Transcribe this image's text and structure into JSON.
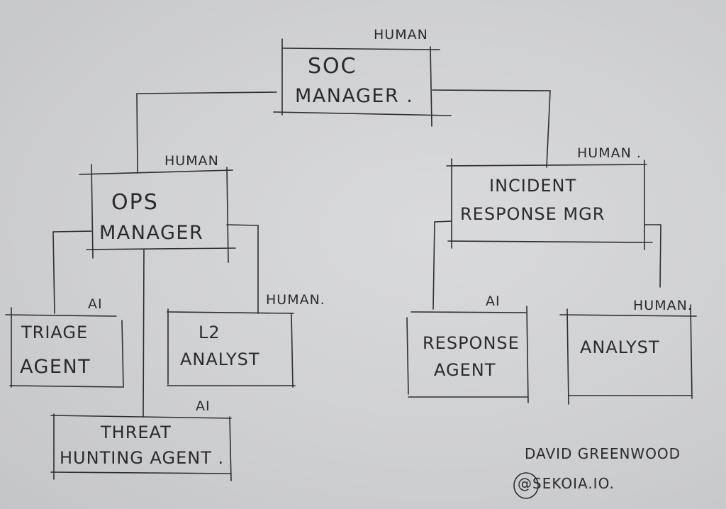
{
  "nodes": {
    "soc_manager": {
      "tag": "HUMAN",
      "line1": "SOC",
      "line2": "MANAGER ."
    },
    "ops_manager": {
      "tag": "HUMAN",
      "line1": "OPS",
      "line2": "MANAGER"
    },
    "incident_response_mgr": {
      "tag": "HUMAN .",
      "line1": "INCIDENT",
      "line2": "RESPONSE MGR"
    },
    "triage_agent": {
      "tag": "AI",
      "line1": "TRIAGE",
      "line2": "AGENT"
    },
    "l2_analyst": {
      "tag": "HUMAN.",
      "line1": "L2",
      "line2": "ANALYST"
    },
    "threat_hunting_agent": {
      "tag": "AI",
      "line1": "THREAT",
      "line2": "HUNTING AGENT ."
    },
    "response_agent": {
      "tag": "AI",
      "line1": "RESPONSE",
      "line2": "AGENT"
    },
    "analyst": {
      "tag": "HUMAN.",
      "line1": "ANALYST"
    }
  },
  "signature": {
    "name": "DAVID GREENWOOD",
    "handle": "@SEKOIA.IO."
  }
}
